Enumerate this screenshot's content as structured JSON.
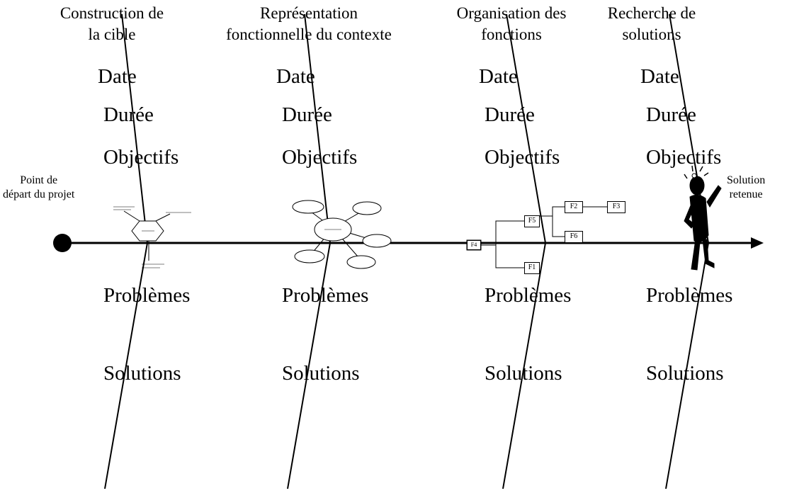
{
  "start_label": "Point de\ndépart du projet",
  "end_label": "Solution\nretenue",
  "phases": [
    {
      "title": "Construction de\nla cible",
      "date": "Date",
      "duree": "Durée",
      "objectifs": "Objectifs",
      "problemes": "Problèmes",
      "solutions": "Solutions"
    },
    {
      "title": "Représentation\nfonctionnelle du contexte",
      "date": "Date",
      "duree": "Durée",
      "objectifs": "Objectifs",
      "problemes": "Problèmes",
      "solutions": "Solutions"
    },
    {
      "title": "Organisation des\nfonctions",
      "date": "Date",
      "duree": "Durée",
      "objectifs": "Objectifs",
      "problemes": "Problèmes",
      "solutions": "Solutions"
    },
    {
      "title": "Recherche de\nsolutions",
      "date": "Date",
      "duree": "Durée",
      "objectifs": "Objectifs",
      "problemes": "Problèmes",
      "solutions": "Solutions"
    }
  ],
  "function_boxes": [
    "F5",
    "F2",
    "F3",
    "F6",
    "F1",
    "F4"
  ]
}
